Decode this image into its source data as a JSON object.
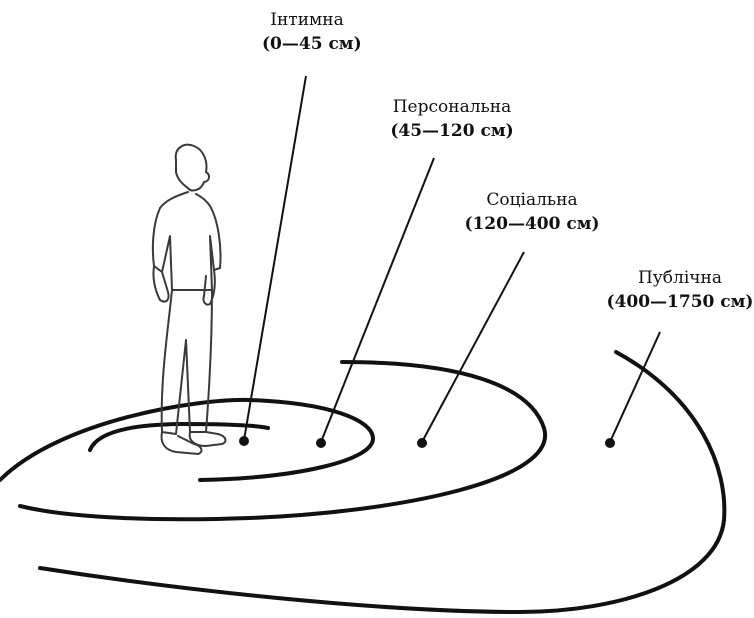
{
  "zones": [
    {
      "id": "intimate",
      "name": "Інтимна",
      "range": "(0—45 см)"
    },
    {
      "id": "personal",
      "name": "Персональна",
      "range": "(45—120 см)"
    },
    {
      "id": "social",
      "name": "Соціальна",
      "range": "(120—400 см)"
    },
    {
      "id": "public",
      "name": "Публічна",
      "range": "(400—1750 см)"
    }
  ],
  "colors": {
    "ink": "#111111",
    "figure_stroke": "#3a3a3a",
    "background": "#ffffff"
  },
  "figure": {
    "icon": "standing-person-icon"
  }
}
